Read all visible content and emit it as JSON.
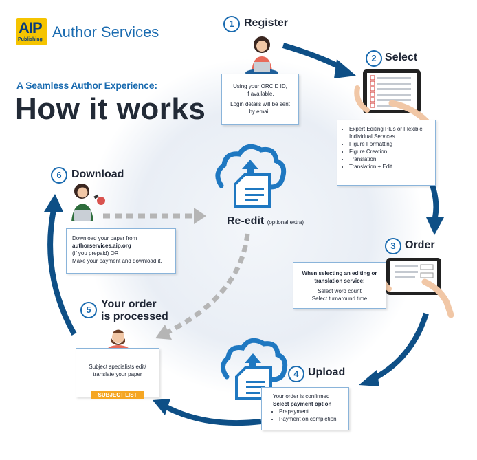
{
  "brand": {
    "logo_main": "AIP",
    "logo_sub": "Publishing",
    "name": "Author Services"
  },
  "header": {
    "subtitle": "A Seamless Author Experience:",
    "title": "How it works"
  },
  "steps": [
    {
      "number": "1",
      "title": "Register",
      "lines": [
        "Using your ORCID ID,",
        "if available.",
        "Login details will be sent",
        "by email."
      ]
    },
    {
      "number": "2",
      "title": "Select",
      "items": [
        "Expert Editing Plus or Flexible Individual Services",
        "Figure Formatting",
        "Figure Creation",
        "Translation",
        "Translation + Edit"
      ]
    },
    {
      "number": "3",
      "title": "Order",
      "heading": "When selecting an editing or translation service:",
      "lines": [
        "Select word count",
        "Select turnaround time"
      ]
    },
    {
      "number": "4",
      "title": "Upload",
      "line1": "Your order is confirmed",
      "line2": "Select payment option",
      "items": [
        "Prepayment",
        "Payment on completion"
      ]
    },
    {
      "number": "5",
      "title_line1": "Your order",
      "title_line2": "is processed",
      "lines": [
        "Subject specialists edit/",
        "translate your paper"
      ],
      "button": "SUBJECT LIST"
    },
    {
      "number": "6",
      "title": "Download",
      "line1": "Download your paper from",
      "link": "authorservices.aip.org",
      "line3": "(if you prepaid) OR",
      "line4": "Make your payment and download it."
    }
  ],
  "reedit": {
    "label": "Re-edit",
    "note": "(optional extra)"
  },
  "colors": {
    "primary": "#1a6bb0",
    "dark_arrow": "#0e4f86",
    "accent": "#f5a623",
    "dashed": "#b5b5b5",
    "cloud": "#1f78c1",
    "circle_bg": "#eef2f7"
  },
  "icons": [
    "aip-logo-icon",
    "person-laptop-icon",
    "tablet-checklist-icon",
    "tablet-order-icon",
    "cloud-upload-icon",
    "document-icon",
    "editor-desk-icon",
    "reedit-cloud-icon",
    "notification-icon"
  ]
}
